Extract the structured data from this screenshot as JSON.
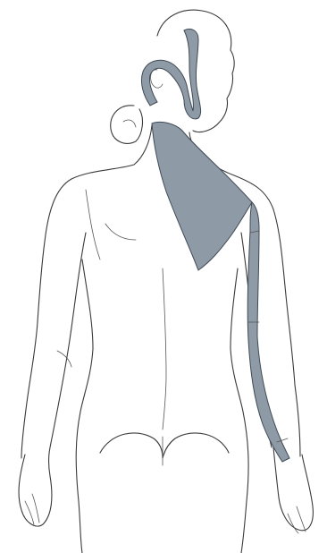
{
  "figure": {
    "subject": "back-view-female-body-outline",
    "colors": {
      "background": "#ffffff",
      "outline": "#3a3a3a",
      "shaded_region": "#8e9aa6",
      "shaded_stroke": "#3f4a55"
    },
    "regions": [
      {
        "name": "head-neck-band",
        "shaded": true
      },
      {
        "name": "upper-back-triangle",
        "shaded": true
      },
      {
        "name": "arm-strip",
        "shaded": true
      }
    ]
  }
}
